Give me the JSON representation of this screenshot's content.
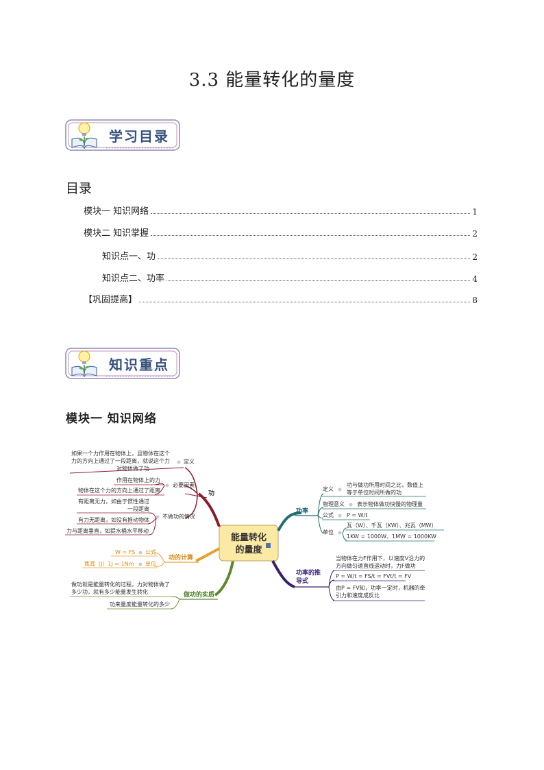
{
  "title": "3.3  能量转化的量度",
  "banners": {
    "study": "学习目录",
    "key": "知识重点"
  },
  "toc": {
    "heading": "目录",
    "items": [
      {
        "label": "模块一  知识网络",
        "page": "1"
      },
      {
        "label": "模块二  知识掌握",
        "page": "2"
      },
      {
        "label": "知识点一、功",
        "page": "2"
      },
      {
        "label": "知识点二、功率",
        "page": "4"
      },
      {
        "label": "【巩固提高】",
        "page": "8"
      }
    ]
  },
  "module_title": "模块一  知识网络",
  "mindmap": {
    "center": [
      "能量转化",
      "的量度"
    ],
    "work": {
      "label": "功",
      "def_label": "定义",
      "def_text": [
        "如果一个力作用在物体上，且物体在这个",
        "力的方向上通过了一段距离，就说这个力",
        "对物体做了功"
      ],
      "factors_label": "必要因素",
      "factor1": "作用在物体上的力",
      "factor2": "物体在这个力的方向上通过了距离",
      "nowork_label": "不做功的情况",
      "nowork1": [
        "有距离无力，如由于惯性通过",
        "一段距离"
      ],
      "nowork2": "有力无距离，如没有推动物体",
      "nowork3": "力与距离垂直，如提水桶水平移动"
    },
    "calc": {
      "label": "功的计算",
      "formula": "W = FS",
      "formula_label": "公式",
      "unit": "焦耳（J）1J = 1Nm",
      "unit_label": "单位"
    },
    "essence": {
      "label": "做功的实质",
      "text1": [
        "做功就是能量转化的过程，力对物体做了",
        "多少功，就有多少能量发生转化"
      ],
      "text2": "功来量度能量转化的多少"
    },
    "power": {
      "label": "功率",
      "def_label": "定义",
      "def_text": [
        "功与做功所用时间之比，数值上",
        "等于单位时间所做的功"
      ],
      "meaning_label": "物理意义",
      "meaning_text": "表示物体做功快慢的物理量",
      "formula_label": "公式",
      "formula_text": "P = W/t",
      "unit_label": "单位",
      "unit_text1": "瓦（W）、千瓦（KW）、兆瓦（MW）",
      "unit_text2": "1KW = 1000W、1MW = 1000KW"
    },
    "derive": {
      "label": [
        "功率的推",
        "导式"
      ],
      "text1": [
        "当物体在力F作用下，以速度V沿力的",
        "方向做匀速直线运动时，力F做功"
      ],
      "text2": "P = W/t = FS/t = FVt/t = FV",
      "text3": [
        "由P = FV知，功率一定时，机器的牵",
        "引力和速度成反比"
      ]
    }
  }
}
